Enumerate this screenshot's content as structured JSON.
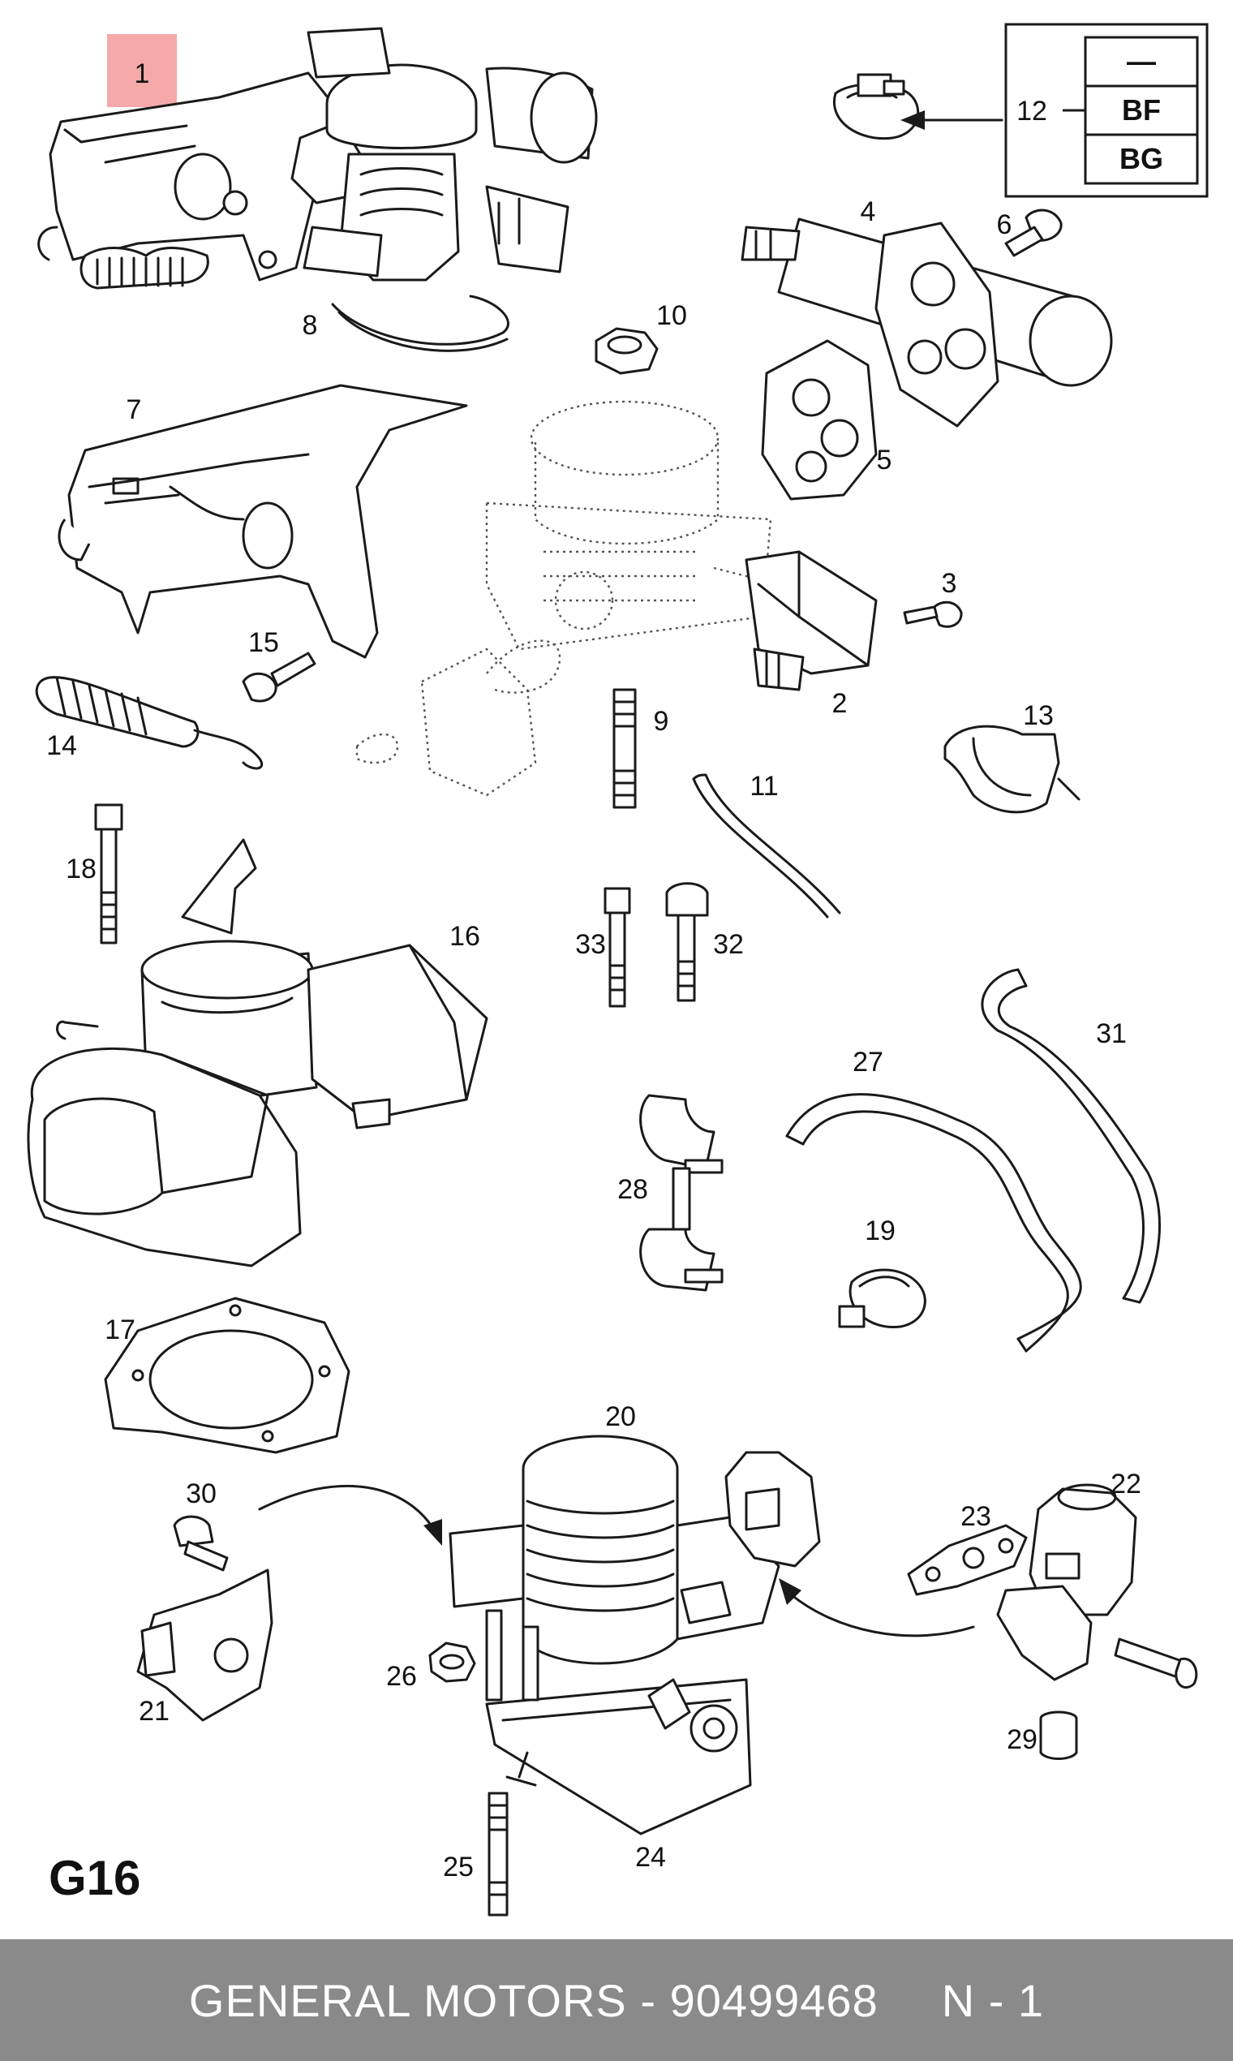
{
  "diagram": {
    "highlighted_callout": "1",
    "highlight_color": "#f4a0a0",
    "group_code": "G16",
    "inset": {
      "callout": "12",
      "rows": [
        "—",
        "BF",
        "BG"
      ]
    },
    "callouts": {
      "c2": "2",
      "c3": "3",
      "c4": "4",
      "c5": "5",
      "c6": "6",
      "c7": "7",
      "c8": "8",
      "c9": "9",
      "c10": "10",
      "c11": "11",
      "c13": "13",
      "c14": "14",
      "c15": "15",
      "c16": "16",
      "c17": "17",
      "c18": "18",
      "c19": "19",
      "c20": "20",
      "c21": "21",
      "c22": "22",
      "c23": "23",
      "c24": "24",
      "c25": "25",
      "c26": "26",
      "c27": "27",
      "c28": "28",
      "c29": "29",
      "c30": "30",
      "c31": "31",
      "c32": "32",
      "c33": "33"
    }
  },
  "footer": {
    "brand": "GENERAL MOTORS",
    "separator": "-",
    "part_number": "90499468",
    "quantity": "N - 1",
    "background_color": "#8a8a8a"
  }
}
